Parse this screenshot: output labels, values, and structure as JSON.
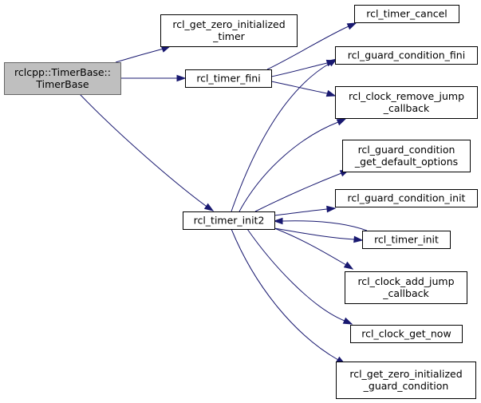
{
  "colors": {
    "edge": "#191970",
    "root_fill": "#bfbfbf",
    "root_stroke": "#666666",
    "node_fill": "#ffffff",
    "node_stroke": "#000000"
  },
  "nodes": [
    {
      "id": "timerbase",
      "lines": [
        "rclcpp::TimerBase::",
        "TimerBase"
      ],
      "root": true
    },
    {
      "id": "get_zero_timer",
      "lines": [
        "rcl_get_zero_initialized",
        "_timer"
      ]
    },
    {
      "id": "timer_fini",
      "lines": [
        "rcl_timer_fini"
      ]
    },
    {
      "id": "timer_init2",
      "lines": [
        "rcl_timer_init2"
      ]
    },
    {
      "id": "timer_cancel",
      "lines": [
        "rcl_timer_cancel"
      ]
    },
    {
      "id": "guard_fini",
      "lines": [
        "rcl_guard_condition_fini"
      ]
    },
    {
      "id": "clock_remove",
      "lines": [
        "rcl_clock_remove_jump",
        "_callback"
      ]
    },
    {
      "id": "guard_default",
      "lines": [
        "rcl_guard_condition",
        "_get_default_options"
      ]
    },
    {
      "id": "guard_init",
      "lines": [
        "rcl_guard_condition_init"
      ]
    },
    {
      "id": "timer_init",
      "lines": [
        "rcl_timer_init"
      ]
    },
    {
      "id": "clock_add",
      "lines": [
        "rcl_clock_add_jump",
        "_callback"
      ]
    },
    {
      "id": "clock_now",
      "lines": [
        "rcl_clock_get_now"
      ]
    },
    {
      "id": "get_zero_guard",
      "lines": [
        "rcl_get_zero_initialized",
        "_guard_condition"
      ]
    }
  ],
  "edges": [
    {
      "from": "timerbase",
      "to": "get_zero_timer"
    },
    {
      "from": "timerbase",
      "to": "timer_fini"
    },
    {
      "from": "timerbase",
      "to": "timer_init2"
    },
    {
      "from": "timer_fini",
      "to": "timer_cancel"
    },
    {
      "from": "timer_fini",
      "to": "guard_fini"
    },
    {
      "from": "timer_fini",
      "to": "clock_remove"
    },
    {
      "from": "timer_init2",
      "to": "guard_fini"
    },
    {
      "from": "timer_init2",
      "to": "clock_remove"
    },
    {
      "from": "timer_init2",
      "to": "guard_default"
    },
    {
      "from": "timer_init2",
      "to": "guard_init"
    },
    {
      "from": "timer_init2",
      "to": "timer_init"
    },
    {
      "from": "timer_init2",
      "to": "clock_add"
    },
    {
      "from": "timer_init2",
      "to": "clock_now"
    },
    {
      "from": "timer_init2",
      "to": "get_zero_guard"
    },
    {
      "from": "timer_init",
      "to": "timer_init2"
    }
  ]
}
